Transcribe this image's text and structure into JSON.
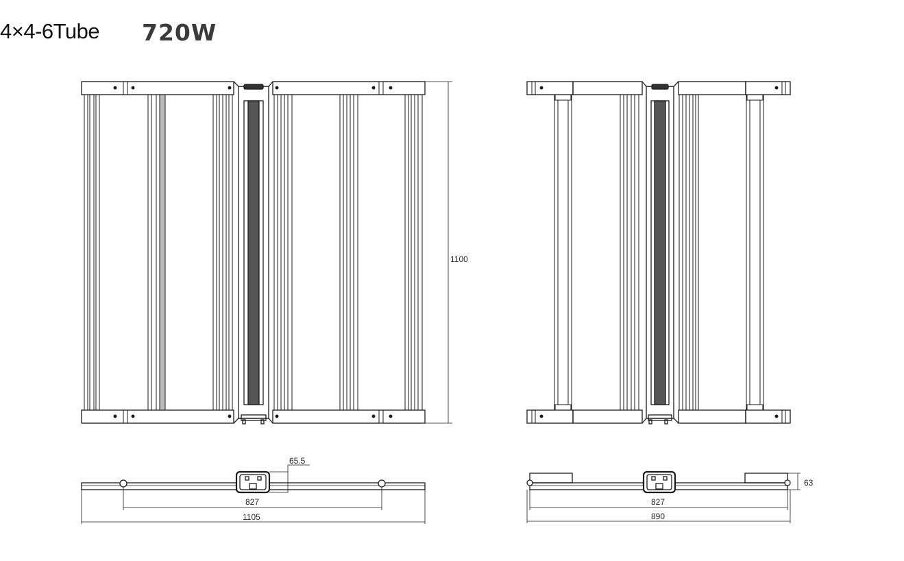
{
  "header": {
    "model": "4×4-6Tube",
    "power": "720W"
  },
  "views": {
    "front_open": {
      "height_label": "1100"
    },
    "front_folded": {},
    "side_open": {
      "width_label": "1105",
      "span_label": "827",
      "box_label": "65.5"
    },
    "side_folded": {
      "width_label": "890",
      "span_label": "827",
      "thickness_label": "63"
    }
  }
}
